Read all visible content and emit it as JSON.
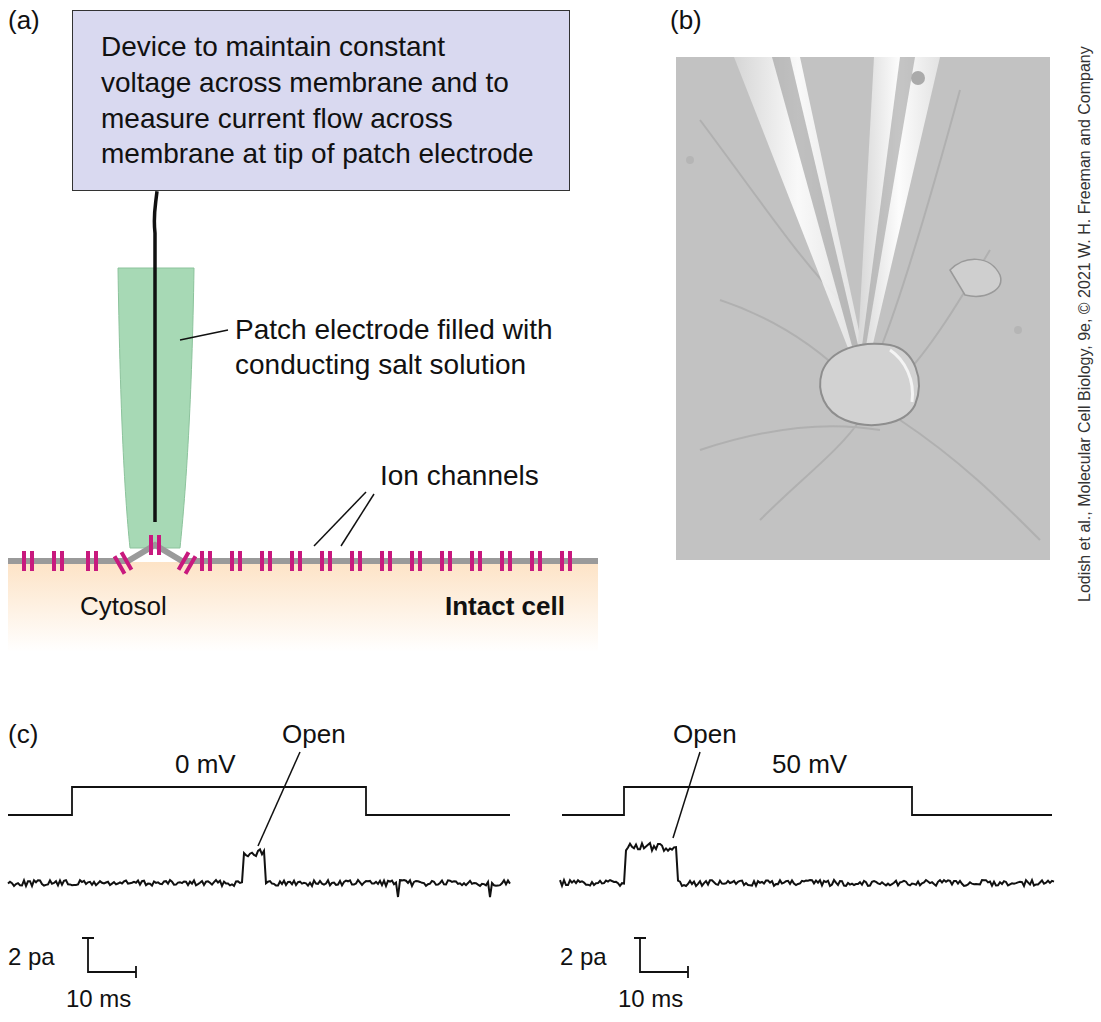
{
  "diagram": {
    "nodes": [
      {
        "text": [
          "Device to maintain constant voltage across membrane and to measure current flow across membrane at tip of patch electrode"
        ]
      }
    ],
    "labels": [
      "(a)",
      "(b)",
      "Patch electrode filled with conducting salt solution",
      "Ion channels",
      "Cytosol",
      "Intact cell",
      "Lodish et al., Molecular Cell Biology, 9e, © 2021 W. H. Freeman and Company",
      "(c)",
      "Open",
      "0 mV",
      "2 pa",
      "10 ms",
      "Open",
      "50 mV",
      "2 pa",
      "10 ms"
    ]
  }
}
